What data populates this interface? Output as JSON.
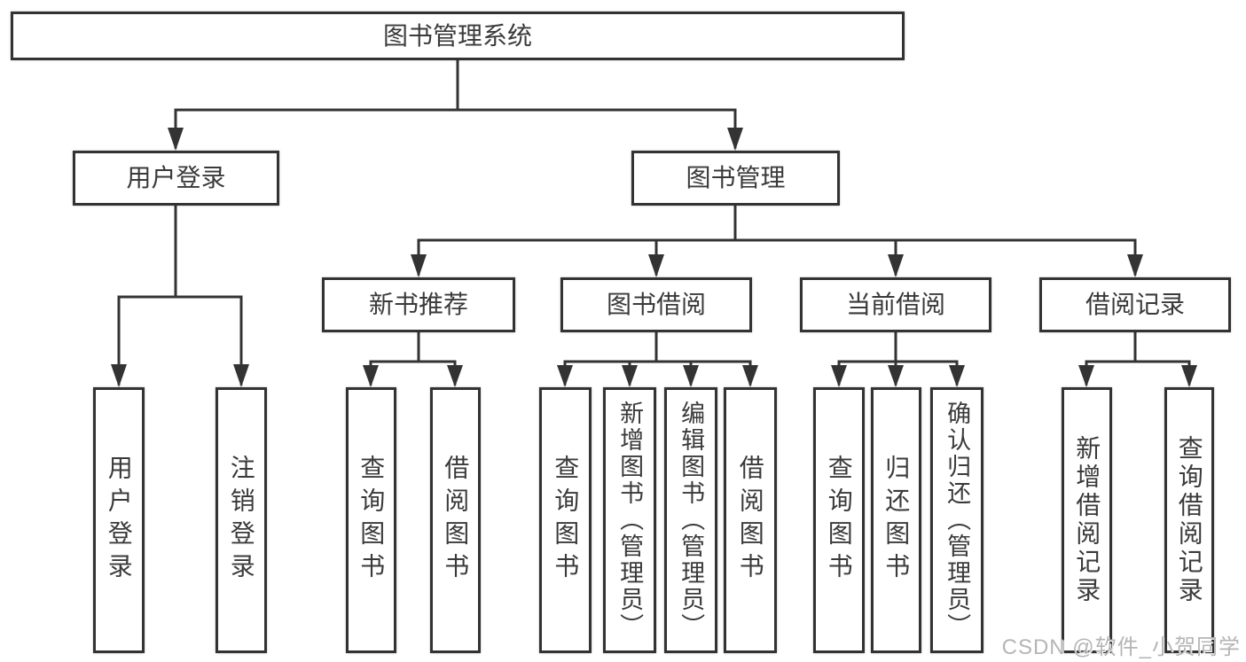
{
  "tree": {
    "root": {
      "label": "图书管理系统",
      "children": [
        {
          "label": "用户登录",
          "children": [
            {
              "label": "用户登录"
            },
            {
              "label": "注销登录"
            }
          ]
        },
        {
          "label": "图书管理",
          "children": [
            {
              "label": "新书推荐",
              "children": [
                {
                  "label": "查询图书"
                },
                {
                  "label": "借阅图书"
                }
              ]
            },
            {
              "label": "图书借阅",
              "children": [
                {
                  "label": "查询图书"
                },
                {
                  "label": "新增图书（管理员）"
                },
                {
                  "label": "编辑图书（管理员）"
                },
                {
                  "label": "借阅图书"
                }
              ]
            },
            {
              "label": "当前借阅",
              "children": [
                {
                  "label": "查询图书"
                },
                {
                  "label": "归还图书"
                },
                {
                  "label": "确认归还（管理员）"
                }
              ]
            },
            {
              "label": "借阅记录",
              "children": [
                {
                  "label": "新增借阅记录"
                },
                {
                  "label": "查询借阅记录"
                }
              ]
            }
          ]
        }
      ]
    }
  },
  "watermark": "CSDN @软件_小贺同学",
  "colors": {
    "line": "#333333",
    "box_border": "#333333",
    "text": "#3a3a3a",
    "watermark": "#b5b5b5",
    "background": "#ffffff"
  }
}
